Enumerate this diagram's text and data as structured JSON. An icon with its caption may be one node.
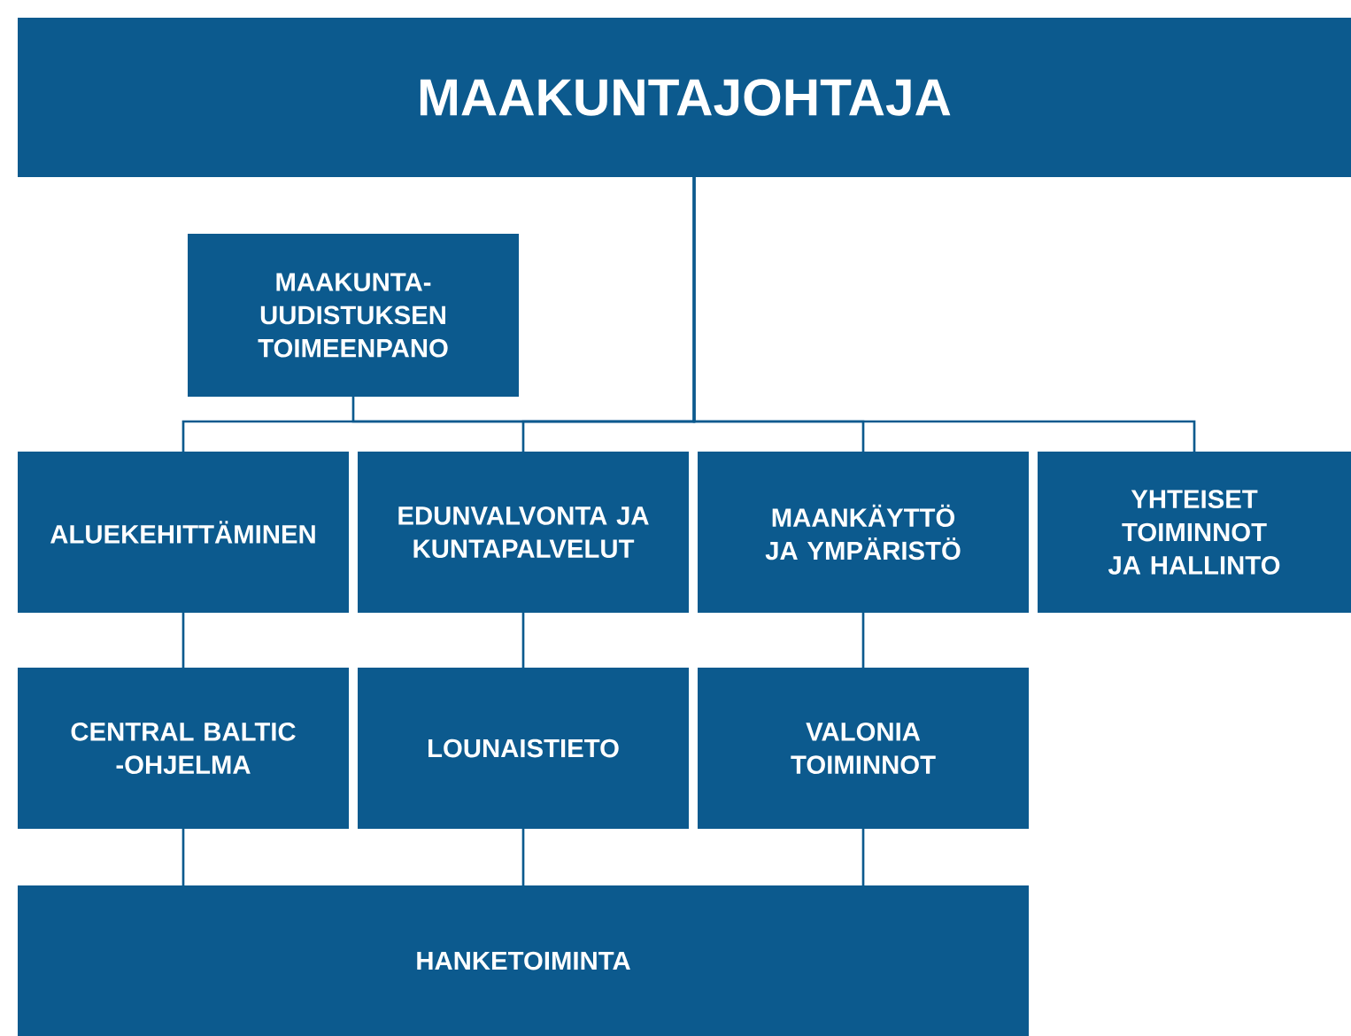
{
  "diagram": {
    "nodes": [
      {
        "text": [
          "MAAKUNTAJOHTAJA"
        ]
      },
      {
        "text": [
          "MAAKUNTA- UUDISTUKSEN TOIMEENPANO"
        ]
      },
      {
        "text": [
          "ALUEKEHITTÄMINEN"
        ]
      },
      {
        "text": [
          "EDUNVALVONTA JA KUNTAPALVELUT"
        ]
      },
      {
        "text": [
          "MAANKÄYTTÖ JA YMPÄRISTÖ"
        ]
      },
      {
        "text": [
          "YHTEISET TOIMINNOT JA HALLINTO"
        ]
      },
      {
        "text": [
          "CENTRAL BALTIC -OHJELMA"
        ]
      },
      {
        "text": [
          "LOUNAISTIETO"
        ]
      },
      {
        "text": [
          "VALONIA TOIMINNOT"
        ]
      },
      {
        "text": [
          "HANKETOIMINTA"
        ]
      }
    ],
    "edges": [
      {
        "from": 0,
        "to": 1,
        "arrow": "none"
      },
      {
        "from": 0,
        "to": 2,
        "arrow": "none"
      },
      {
        "from": 0,
        "to": 3,
        "arrow": "none"
      },
      {
        "from": 0,
        "to": 4,
        "arrow": "none"
      },
      {
        "from": 0,
        "to": 5,
        "arrow": "none"
      },
      {
        "from": 2,
        "to": 6,
        "arrow": "none"
      },
      {
        "from": 3,
        "to": 7,
        "arrow": "none"
      },
      {
        "from": 4,
        "to": 8,
        "arrow": "none"
      },
      {
        "from": 6,
        "to": 9,
        "arrow": "none"
      },
      {
        "from": 7,
        "to": 9,
        "arrow": "none"
      },
      {
        "from": 8,
        "to": 9,
        "arrow": "none"
      }
    ]
  }
}
